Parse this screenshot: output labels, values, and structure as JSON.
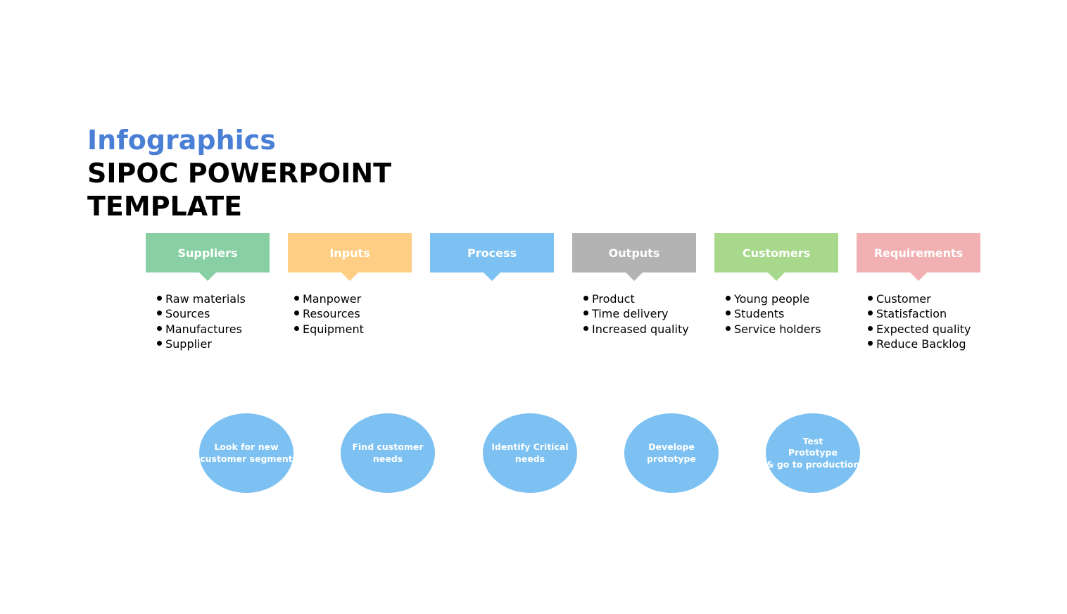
{
  "title": {
    "accent": "Infographics",
    "line1": "SIPOC POWERPOINT",
    "line2": "TEMPLATE"
  },
  "columns": [
    {
      "label": "Suppliers",
      "color": "#88d0a4",
      "items": [
        "Raw materials",
        "Sources",
        "Manufactures",
        "Supplier"
      ]
    },
    {
      "label": "Inputs",
      "color": "#ffce85",
      "items": [
        "Manpower",
        "Resources",
        "Equipment"
      ]
    },
    {
      "label": "Process",
      "color": "#7cc1f2",
      "items": []
    },
    {
      "label": "Outputs",
      "color": "#b3b3b3",
      "items": [
        "Product",
        "Time delivery",
        "Increased quality"
      ]
    },
    {
      "label": "Customers",
      "color": "#a8d88c",
      "items": [
        "Young people",
        "Students",
        "Service holders"
      ]
    },
    {
      "label": "Requirements",
      "color": "#f1b1b3",
      "items": [
        "Customer",
        "Statisfaction",
        "Expected quality",
        "Reduce Backlog"
      ]
    }
  ],
  "process_steps": [
    {
      "lines": [
        "Look for new",
        "customer segment"
      ]
    },
    {
      "lines": [
        "Find customer",
        "needs"
      ]
    },
    {
      "lines": [
        "Identify Critical",
        "needs"
      ]
    },
    {
      "lines": [
        "Develope",
        "prototype"
      ]
    },
    {
      "lines": [
        "Test",
        "Prototype",
        "& go to production"
      ]
    }
  ],
  "colors": {
    "accent": "#4a7fd6",
    "circle": "#7cc1f2"
  }
}
